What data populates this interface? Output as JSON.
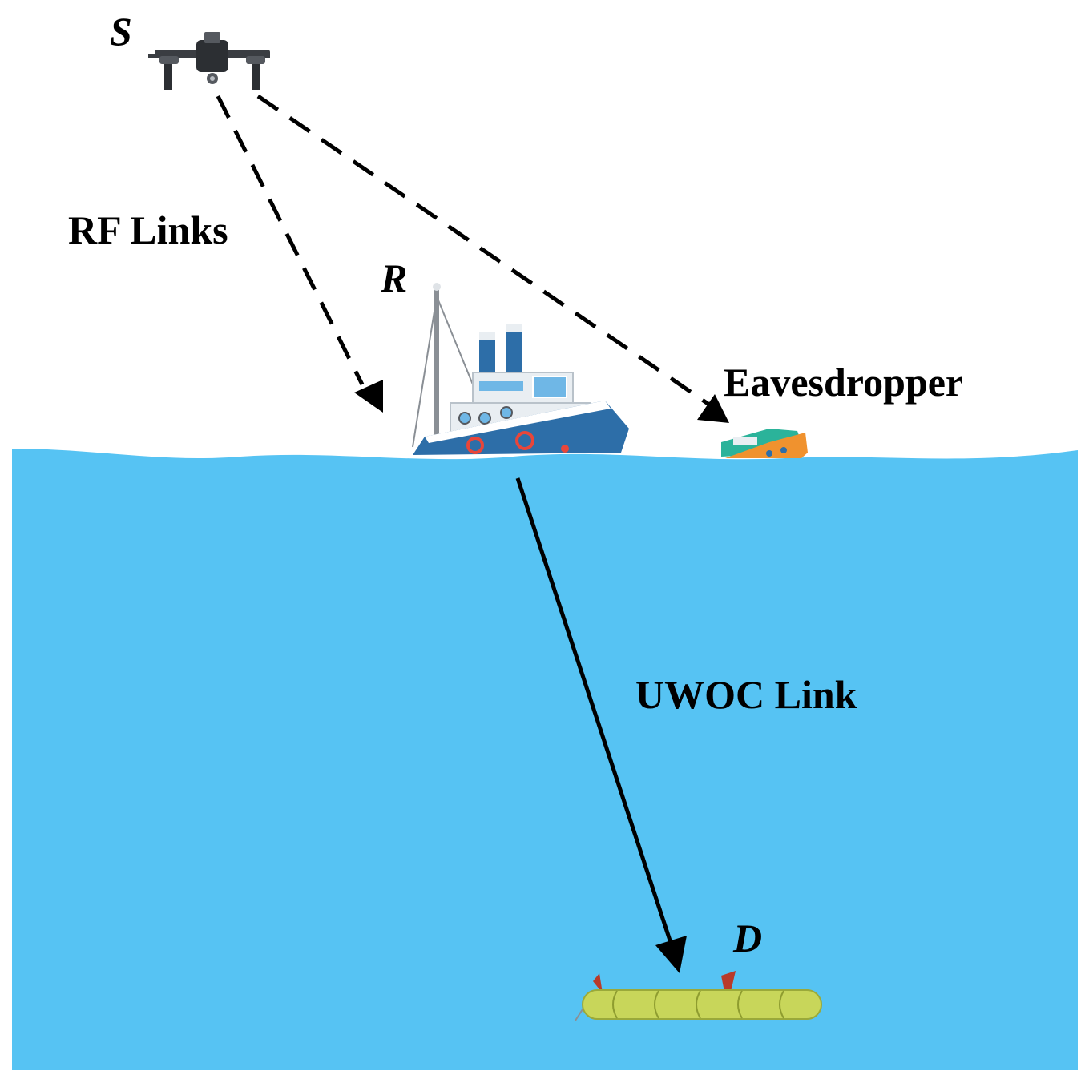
{
  "nodes": {
    "source_label": "S",
    "relay_label": "R",
    "destination_label": "D",
    "eavesdropper_label": "Eavesdropper"
  },
  "links": {
    "rf_label": "RF Links",
    "uwoc_label": "UWOC Link"
  },
  "colors": {
    "water": "#56c3f3",
    "arrow": "#000000",
    "ship_hull": "#2d6ea8",
    "ship_cabin": "#e9eef2",
    "chimney": "#2d6ea8",
    "eaves_boat_hull": "#f0922e",
    "eaves_boat_cabin": "#2bb39a",
    "auv_body": "#c8d65a",
    "auv_fin": "#b83a2a",
    "drone": "#3a3d42"
  },
  "icons": {
    "source": "drone-icon",
    "relay": "ship-icon",
    "eavesdropper": "boat-icon",
    "destination": "auv-icon"
  }
}
